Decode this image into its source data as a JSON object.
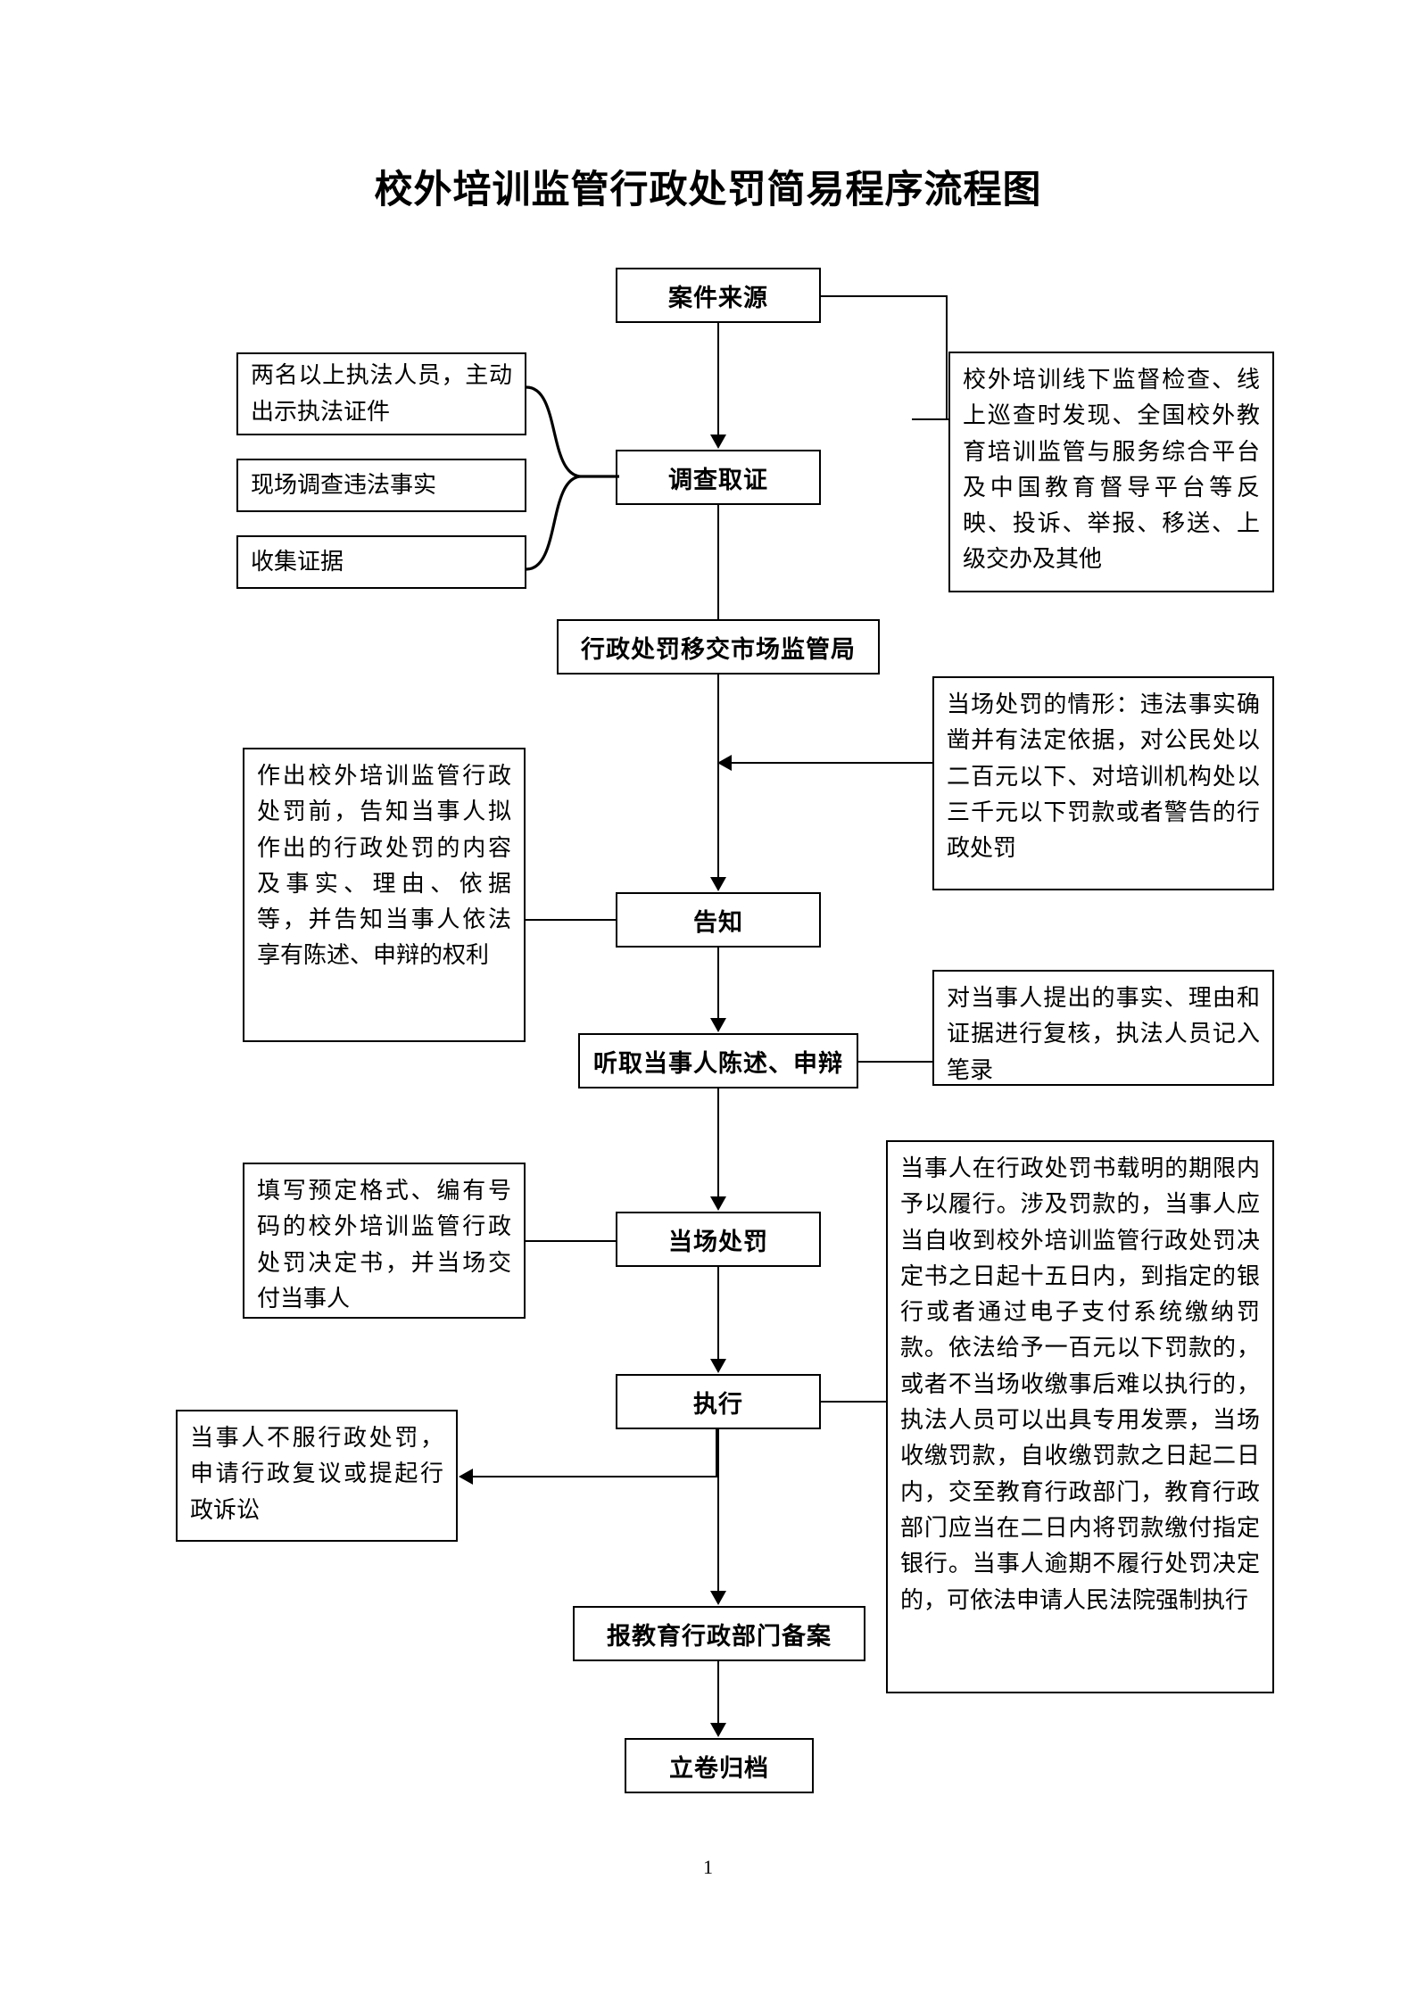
{
  "title": "校外培训监管行政处罚简易程序流程图",
  "page_number": "1",
  "colors": {
    "line": "#000000",
    "background": "#ffffff",
    "text": "#000000"
  },
  "chart_data": {
    "type": "flowchart",
    "title": "校外培训监管行政处罚简易程序流程图",
    "orientation": "top-to-bottom",
    "nodes": [
      {
        "id": "case_source",
        "label": "案件来源",
        "kind": "process"
      },
      {
        "id": "investigate",
        "label": "调查取证",
        "kind": "process"
      },
      {
        "id": "transfer",
        "label": "行政处罚移交市场监管局",
        "kind": "process"
      },
      {
        "id": "notify",
        "label": "告知",
        "kind": "process"
      },
      {
        "id": "hear",
        "label": "听取当事人陈述、申辩",
        "kind": "process"
      },
      {
        "id": "onsite",
        "label": "当场处罚",
        "kind": "process"
      },
      {
        "id": "execute",
        "label": "执行",
        "kind": "process"
      },
      {
        "id": "record",
        "label": "报教育行政部门备案",
        "kind": "process"
      },
      {
        "id": "archive",
        "label": "立卷归档",
        "kind": "process"
      }
    ],
    "edges": [
      {
        "from": "case_source",
        "to": "investigate"
      },
      {
        "from": "case_source",
        "to": "source_note"
      },
      {
        "from": "enforcers",
        "to": "investigate"
      },
      {
        "from": "onsite_facts",
        "to": "investigate"
      },
      {
        "from": "evidence",
        "to": "investigate"
      },
      {
        "from": "investigate",
        "to": "transfer"
      },
      {
        "from": "onsite_cond",
        "to": "notify"
      },
      {
        "from": "transfer",
        "to": "notify"
      },
      {
        "from": "notify_note",
        "to": "notify"
      },
      {
        "from": "notify",
        "to": "hear"
      },
      {
        "from": "hear_note",
        "to": "hear"
      },
      {
        "from": "hear",
        "to": "onsite"
      },
      {
        "from": "doc_note",
        "to": "onsite"
      },
      {
        "from": "onsite",
        "to": "execute"
      },
      {
        "from": "exec_note",
        "to": "execute"
      },
      {
        "from": "execute",
        "to": "appeal_note"
      },
      {
        "from": "execute",
        "to": "record"
      },
      {
        "from": "record",
        "to": "archive"
      }
    ]
  },
  "nodes": {
    "case_source": "案件来源",
    "investigate": "调查取证",
    "transfer": "行政处罚移交市场监管局",
    "notify": "告知",
    "hear": "听取当事人陈述、申辩",
    "onsite": "当场处罚",
    "execute": "执行",
    "record": "报教育行政部门备案",
    "archive": "立卷归档"
  },
  "notes": {
    "enforcers": "两名以上执法人员，主动出示执法证件",
    "onsite_facts": "现场调查违法事实",
    "evidence": "收集证据",
    "source_note": "校外培训线下监督检查、线上巡查时发现、全国校外教育培训监管与服务综合平台及中国教育督导平台等反映、投诉、举报、移送、上级交办及其他",
    "onsite_cond": "当场处罚的情形：违法事实确凿并有法定依据，对公民处以二百元以下、对培训机构处以三千元以下罚款或者警告的行政处罚",
    "notify_note": "作出校外培训监管行政处罚前，告知当事人拟作出的行政处罚的内容及事实、理由、依据等，并告知当事人依法享有陈述、申辩的权利",
    "hear_note": "对当事人提出的事实、理由和证据进行复核，执法人员记入笔录",
    "doc_note": "填写预定格式、编有号码的校外培训监管行政处罚决定书，并当场交付当事人",
    "exec_note": "当事人在行政处罚书载明的期限内予以履行。涉及罚款的，当事人应当自收到校外培训监管行政处罚决定书之日起十五日内，到指定的银行或者通过电子支付系统缴纳罚款。依法给予一百元以下罚款的，或者不当场收缴事后难以执行的，执法人员可以出具专用发票，当场收缴罚款，自收缴罚款之日起二日内，交至教育行政部门，教育行政部门应当在二日内将罚款缴付指定银行。当事人逾期不履行处罚决定的，可依法申请人民法院强制执行",
    "appeal_note": "当事人不服行政处罚，申请行政复议或提起行政诉讼"
  }
}
